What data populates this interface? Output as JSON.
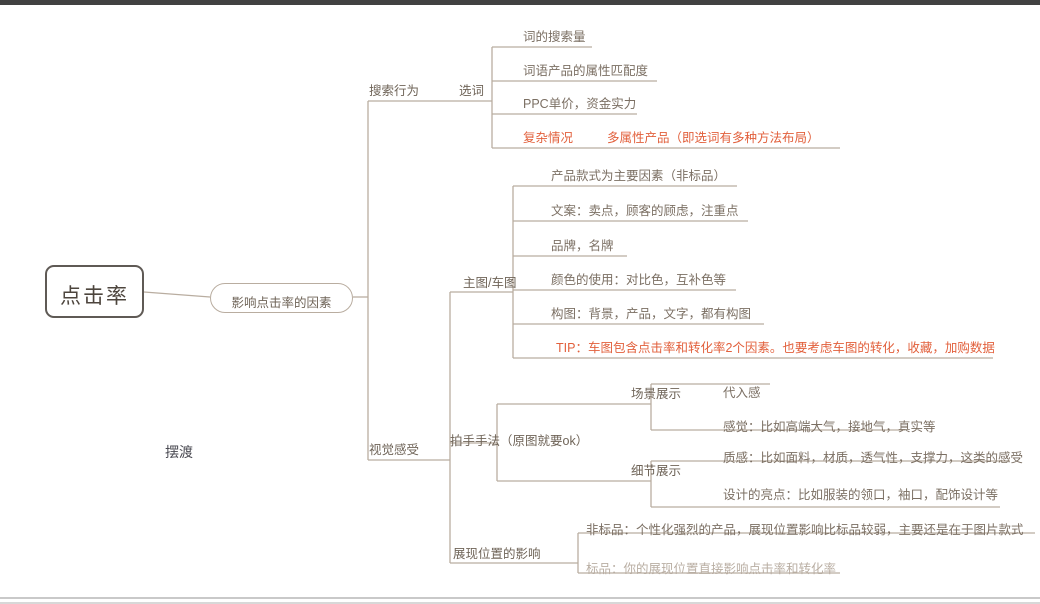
{
  "doc": {
    "root_label": "点击率",
    "center_label": "影响点击率的因素",
    "watermark": "摆渡"
  },
  "colors": {
    "line": "#b9ada0",
    "text": "#7b6f63",
    "accent_red": "#e2603c",
    "root_border": "#5f5a55",
    "topbar": "#414141"
  },
  "branches": {
    "search_behavior": {
      "label": "搜索行为",
      "sub": {
        "label": "选词",
        "items": [
          {
            "text": "词的搜索量",
            "color": "gray"
          },
          {
            "text": "词语产品的属性匹配度",
            "color": "gray"
          },
          {
            "text": "PPC单价，资金实力",
            "color": "gray"
          },
          {
            "text": "复杂情况",
            "color": "red"
          },
          {
            "text": "多属性产品（即选词有多种方法布局）",
            "color": "red"
          }
        ]
      }
    },
    "visual_feeling": {
      "label": "视觉感受",
      "groups": [
        {
          "label": "主图/车图",
          "items": [
            {
              "text": "产品款式为主要因素（非标品）",
              "color": "gray"
            },
            {
              "text": "文案：卖点，顾客的顾虑，注重点",
              "color": "gray"
            },
            {
              "text": "品牌，名牌",
              "color": "gray"
            },
            {
              "text": "颜色的使用：对比色，互补色等",
              "color": "gray"
            },
            {
              "text": "构图：背景，产品，文字，都有构图",
              "color": "gray"
            },
            {
              "text": "TIP：车图包含点击率和转化率2个因素。也要考虑车图的转化，收藏，加购数据",
              "color": "red"
            }
          ]
        },
        {
          "label": "拍手手法（原图就要ok）",
          "subgroups": [
            {
              "label": "场景展示",
              "items": [
                {
                  "text": "代入感",
                  "color": "gray"
                },
                {
                  "text": "感觉：比如高端大气，接地气，真实等",
                  "color": "gray"
                }
              ]
            },
            {
              "label": "细节展示",
              "items": [
                {
                  "text": "质感：比如面料，材质，透气性，支撑力，这类的感受",
                  "color": "gray"
                },
                {
                  "text": "设计的亮点：比如服装的领口，袖口，配饰设计等",
                  "color": "gray"
                }
              ]
            }
          ]
        },
        {
          "label": "展现位置的影响",
          "items": [
            {
              "text": "非标品：个性化强烈的产品，展现位置影响比标品较弱，主要还是在于图片款式",
              "color": "gray"
            },
            {
              "text": "标品：你的展现位置直接影响点击率和转化率",
              "color": "fade"
            }
          ]
        }
      ]
    }
  }
}
